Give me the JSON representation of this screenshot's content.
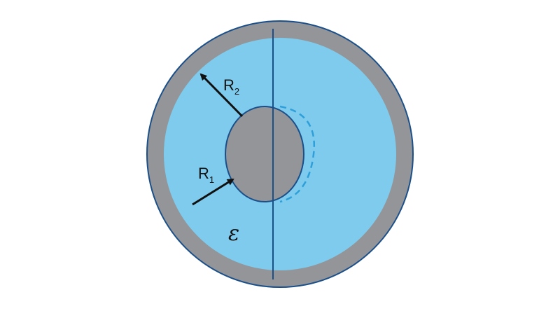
{
  "labels": {
    "r2_main": "R",
    "r2_sub": "2",
    "r1_main": "R",
    "r1_sub": "1",
    "epsilon": "ε"
  },
  "colors": {
    "outline": "#1a4f8a",
    "outer_shell": "#939598",
    "dielectric": "#7ecbed",
    "inner_sphere": "#939598",
    "back_half": "#d9dadb",
    "hidden_edge": "#2f9fd9",
    "arrow": "#111111"
  },
  "icons": {
    "r2_arrow": "arrow-up-left",
    "r1_arrow": "arrow-up-right"
  }
}
